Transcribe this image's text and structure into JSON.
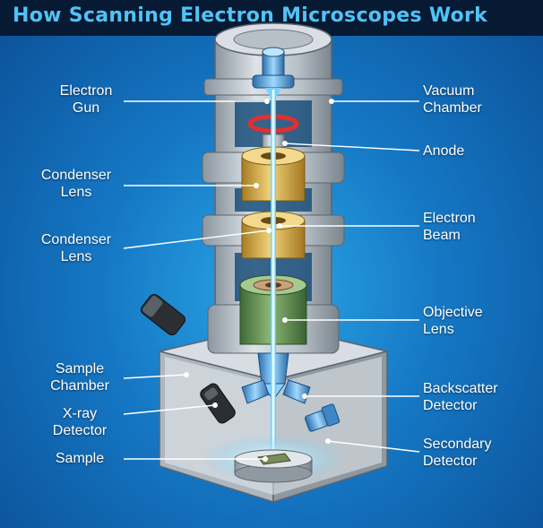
{
  "title": "How Scanning Electron Microscopes Work",
  "colors": {
    "background": "#1577c4",
    "title_bar": "#071a33",
    "title_text": "#4fc3f7",
    "housing": "#c6cdd3",
    "condenser_lens": "#e0b84a",
    "objective_lens": "#6f9a5c",
    "electron_beam": "#5fd0ff",
    "anode_ring": "#e03030"
  },
  "labels": {
    "electron_gun": [
      "Electron",
      "Gun"
    ],
    "condenser_lens_1": [
      "Condenser",
      "Lens"
    ],
    "condenser_lens_2": [
      "Condenser",
      "Lens"
    ],
    "sample_chamber": [
      "Sample",
      "Chamber"
    ],
    "xray_detector": [
      "X-ray",
      "Detector"
    ],
    "sample": [
      "Sample"
    ],
    "vacuum_chamber": [
      "Vacuum",
      "Chamber"
    ],
    "anode": [
      "Anode"
    ],
    "electron_beam": [
      "Electron",
      "Beam"
    ],
    "objective_lens": [
      "Objective",
      "Lens"
    ],
    "backscatter_detector": [
      "Backscatter",
      "Detector"
    ],
    "secondary_detector": [
      "Secondary",
      "Detector"
    ]
  }
}
